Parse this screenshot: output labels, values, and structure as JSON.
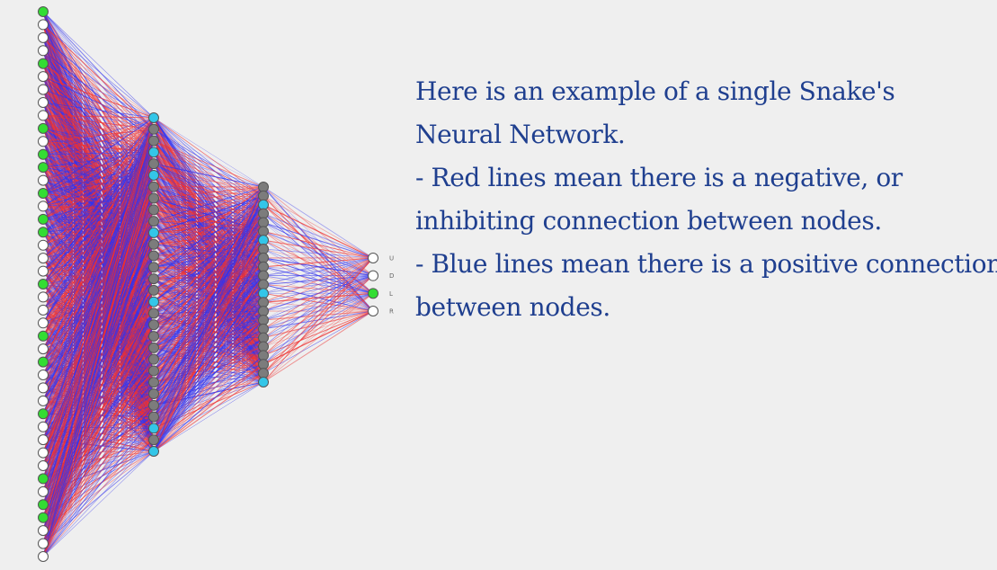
{
  "colors": {
    "background": "#efefef",
    "negative_connection": "#ee3030",
    "positive_connection": "#3333ee",
    "node_active_input": "#33dd33",
    "node_inactive": "#ffffff",
    "node_hidden_active": "#33c6e8",
    "node_hidden_inactive": "#7c7c7c",
    "node_stroke": "#555555",
    "caption_text": "#1f3f8f"
  },
  "network": {
    "layers": [
      {
        "name": "input",
        "nodes": [
          "active",
          "inactive",
          "inactive",
          "inactive",
          "active",
          "inactive",
          "inactive",
          "inactive",
          "inactive",
          "active",
          "inactive",
          "active",
          "active",
          "inactive",
          "active",
          "inactive",
          "active",
          "active",
          "inactive",
          "inactive",
          "inactive",
          "active",
          "inactive",
          "inactive",
          "inactive",
          "active",
          "inactive",
          "active",
          "inactive",
          "inactive",
          "inactive",
          "active",
          "inactive",
          "inactive",
          "inactive",
          "inactive",
          "active",
          "inactive",
          "active",
          "active",
          "inactive",
          "inactive",
          "inactive"
        ]
      },
      {
        "name": "hidden1",
        "nodes": [
          "cyan",
          "gray",
          "gray",
          "cyan",
          "gray",
          "cyan",
          "gray",
          "gray",
          "gray",
          "gray",
          "cyan",
          "gray",
          "gray",
          "gray",
          "gray",
          "gray",
          "cyan",
          "gray",
          "gray",
          "gray",
          "gray",
          "gray",
          "gray",
          "gray",
          "gray",
          "gray",
          "gray",
          "cyan",
          "gray",
          "cyan"
        ]
      },
      {
        "name": "hidden2",
        "nodes": [
          "gray",
          "gray",
          "cyan",
          "gray",
          "gray",
          "gray",
          "cyan",
          "gray",
          "gray",
          "gray",
          "gray",
          "gray",
          "cyan",
          "gray",
          "gray",
          "gray",
          "gray",
          "gray",
          "gray",
          "gray",
          "gray",
          "gray",
          "cyan"
        ]
      },
      {
        "name": "output",
        "nodes": [
          "inactive",
          "inactive",
          "active",
          "inactive"
        ]
      }
    ],
    "output_labels": [
      "U",
      "D",
      "L",
      "R"
    ],
    "connection_signs": "mixed"
  },
  "caption": {
    "lines": [
      "Here is an example of a single Snake's",
      "Neural Network.",
      "- Red lines mean there is a negative, or",
      "inhibiting connection between nodes.",
      "- Blue lines mean there is a positive connection",
      "between nodes."
    ]
  }
}
